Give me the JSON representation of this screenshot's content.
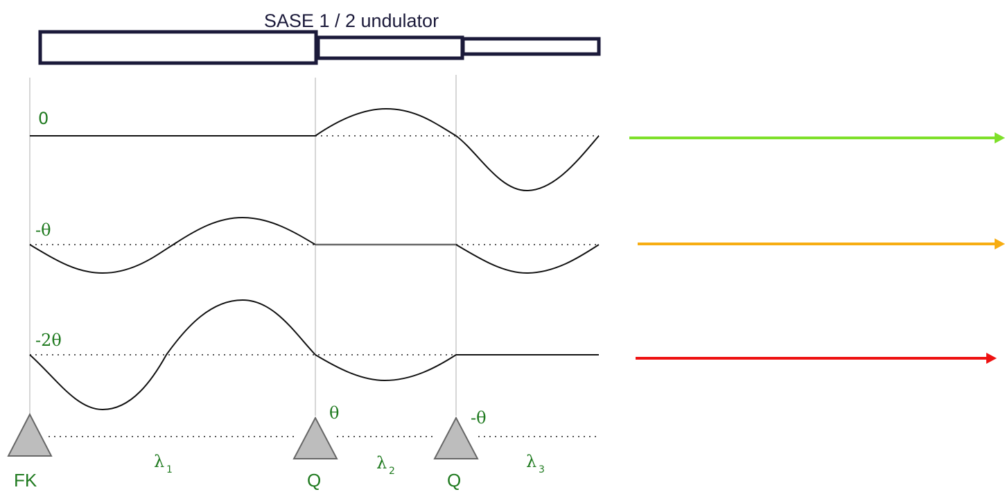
{
  "title": "SASE 1 / 2 undulator",
  "colors": {
    "undulator_outline": "#1b1a3a",
    "label_green": "#1f7a1f",
    "curve": "#111111",
    "dotted": "#555555",
    "guide_line": "#c8c8c8",
    "magnet_fill": "#bdbdbd",
    "arrow_green": "#7ee02a",
    "arrow_orange": "#f7ad12",
    "arrow_red": "#ee1111"
  },
  "rows": [
    {
      "label": "0",
      "arrow_color": "#7ee02a"
    },
    {
      "label": "-θ",
      "arrow_color": "#f7ad12"
    },
    {
      "label": "-2θ",
      "arrow_color": "#ee1111"
    }
  ],
  "magnets": [
    {
      "label": "FK",
      "phase": ""
    },
    {
      "label": "Q",
      "phase": "θ"
    },
    {
      "label": "Q",
      "phase": "-θ"
    }
  ],
  "wavelengths": [
    {
      "symbol": "λ",
      "subscript": "1"
    },
    {
      "symbol": "λ",
      "subscript": "2"
    },
    {
      "symbol": "λ",
      "subscript": "3"
    }
  ]
}
